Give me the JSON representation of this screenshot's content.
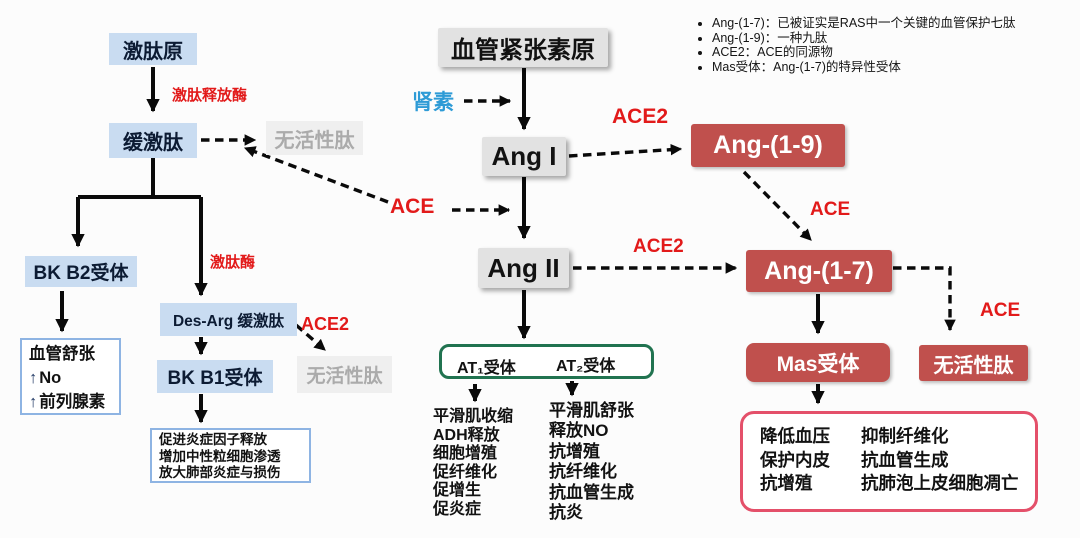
{
  "legend": {
    "items": [
      "Ang-(1-7)：已被证实是RAS中一个关键的血管保护七肽",
      "Ang-(1-9)：一种九肽",
      "ACE2：ACE的同源物",
      "Mas受体：Ang-(1-7)的特异性受体"
    ]
  },
  "colors": {
    "red_box": "#c0504d",
    "red_label": "#e21a1a",
    "blue_label": "#2e9bd6",
    "light_blue_box": "#c9dcf1",
    "gray_box": "#e2e2e2",
    "inactive_gray_box": "#efefef",
    "green_border": "#217350",
    "blue_border": "#8eb4e3",
    "red_border": "#e4506a"
  },
  "kinin": {
    "kininogen": "激肽原",
    "kallikrein": "激肽释放酶",
    "bradykinin": "缓激肽",
    "inactive_peptide_top": "无活性肽",
    "kininase": "激肽酶",
    "bk_b2_receptor": "BK B2受体",
    "des_arg_bradykinin": "Des-Arg 缓激肽",
    "ace2_label": "ACE2",
    "bk_b1_receptor": "BK B1受体",
    "inactive_peptide_mid": "无活性肽",
    "up_arrow": "↑",
    "b2_effect_1": "血管舒张",
    "b2_effect_2": "No",
    "b2_effect_3": "前列腺素",
    "b1_effects": [
      "促进炎症因子释放",
      "增加中性粒细胞渗透",
      "放大肺部炎症与损伤"
    ]
  },
  "ras": {
    "angiotensinogen": "血管紧张素原",
    "renin": "肾素",
    "ang_i": "Ang I",
    "ace_label_center": "ACE",
    "ace2_label_top": "ACE2",
    "ang_1_9": "Ang-(1-9)",
    "ace_label_right": "ACE",
    "ang_ii": "Ang II",
    "ace2_label_mid": "ACE2",
    "ang_1_7": "Ang-(1-7)",
    "ace_label_elbow": "ACE",
    "inactive_peptide_right": "无活性肽",
    "mas_receptor": "Mas受体",
    "at1_receptor": "AT₁受体",
    "at2_receptor": "AT₂受体",
    "at1_effects": [
      "平滑肌收缩",
      "ADH释放",
      "细胞增殖",
      "促纤维化",
      "促增生",
      "促炎症"
    ],
    "at2_effects": [
      "平滑肌舒张",
      "释放NO",
      "抗增殖",
      "抗纤维化",
      "抗血管生成",
      "抗炎"
    ],
    "mas_effects_col1": [
      "降低血压",
      "保护内皮",
      "抗增殖"
    ],
    "mas_effects_col2": [
      "抑制纤维化",
      "抗血管生成",
      "抗肺泡上皮细胞凋亡"
    ]
  }
}
